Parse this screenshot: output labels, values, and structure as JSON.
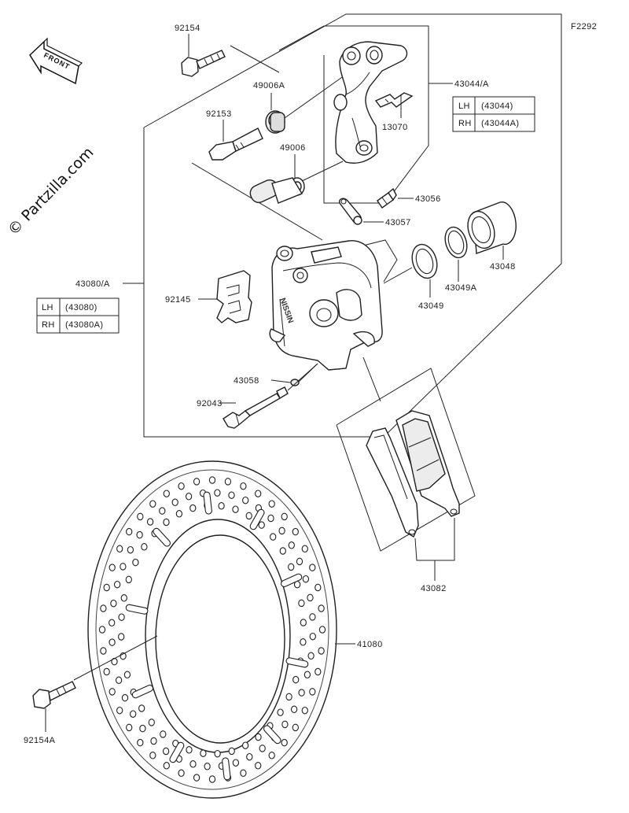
{
  "figure_code": "F2292",
  "watermark": "© Partzilla.com",
  "front_marker": "FRONT",
  "callouts": {
    "p92154": "92154",
    "p49006A": "49006A",
    "p92153": "92153",
    "p49006": "49006",
    "p43044A": "43044/A",
    "p13070": "13070",
    "p43056": "43056",
    "p43057": "43057",
    "p43048": "43048",
    "p43049A": "43049A",
    "p43049": "43049",
    "p43080A": "43080/A",
    "p92145": "92145",
    "p43058": "43058",
    "p92043": "92043",
    "p43082": "43082",
    "p41080": "41080",
    "p92154A": "92154A"
  },
  "variant_tables": {
    "bracket": [
      {
        "side": "LH",
        "part": "(43044)"
      },
      {
        "side": "RH",
        "part": "(43044A)"
      }
    ],
    "caliper": [
      {
        "side": "LH",
        "part": "(43080)"
      },
      {
        "side": "RH",
        "part": "(43080A)"
      }
    ]
  }
}
